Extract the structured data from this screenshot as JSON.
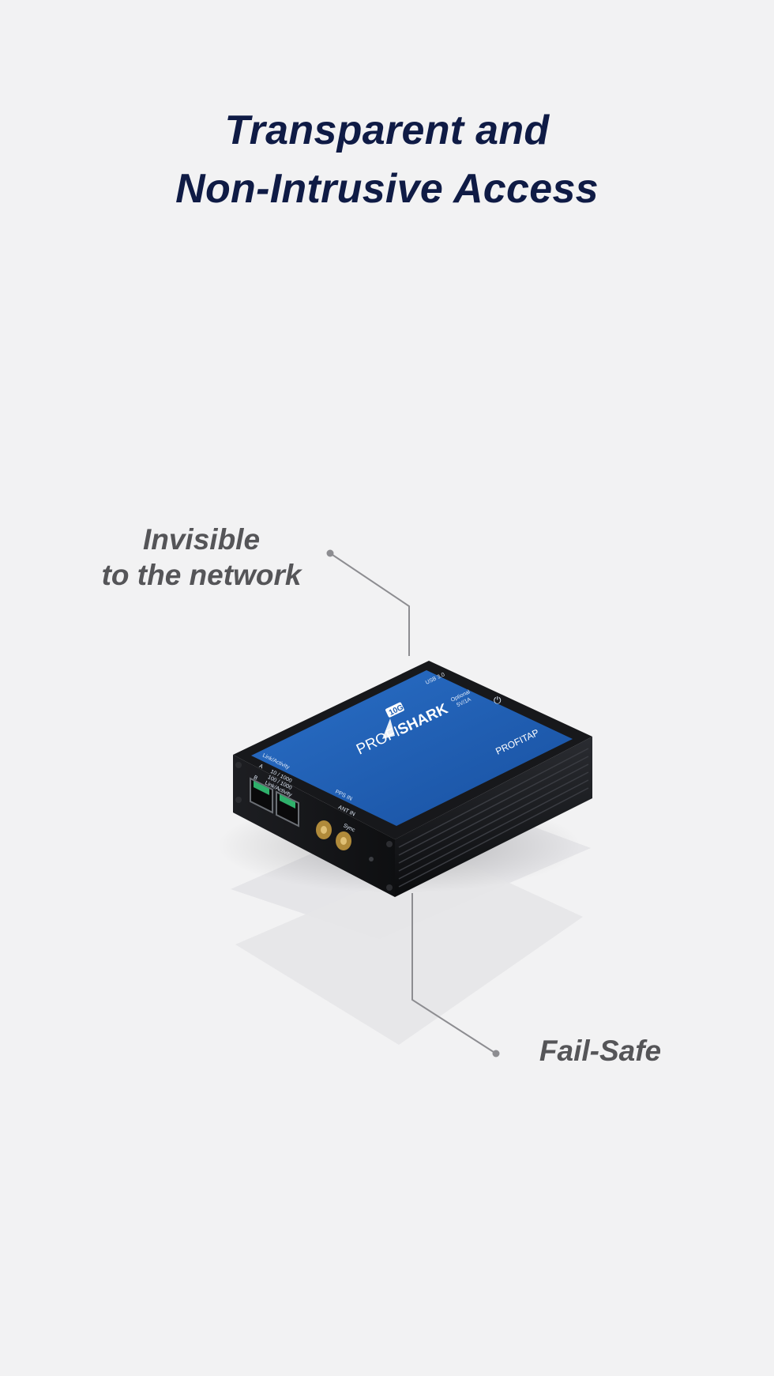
{
  "headline": {
    "line1": "Transparent and",
    "line2": "Non-Intrusive Access"
  },
  "callouts": {
    "invisible_line1": "Invisible",
    "invisible_line2": "to the network",
    "failsafe": "Fail-Safe"
  },
  "device": {
    "brand_profi": "PROFI",
    "brand_shark": "SHARK",
    "speed_badge": "10G",
    "vendor_logo": "PROFITAP",
    "labels": {
      "usb": "USB 3.0",
      "optional": "Optional",
      "optional_port": "5V/1A",
      "link_activity": "Link/Activity",
      "port_a": "A",
      "port_b": "B",
      "speeds": "10 / 1000",
      "speeds2": "100 / 1000",
      "link_activity_b": "Link/Activity",
      "pps_in": "PPS IN",
      "ant_in": "ANT IN",
      "sync": "Sync"
    }
  },
  "colors": {
    "background": "#f2f2f3",
    "headline": "#0f1b45",
    "callout": "#555558",
    "device_blue": "#1f5fb3",
    "device_body": "#111214"
  }
}
